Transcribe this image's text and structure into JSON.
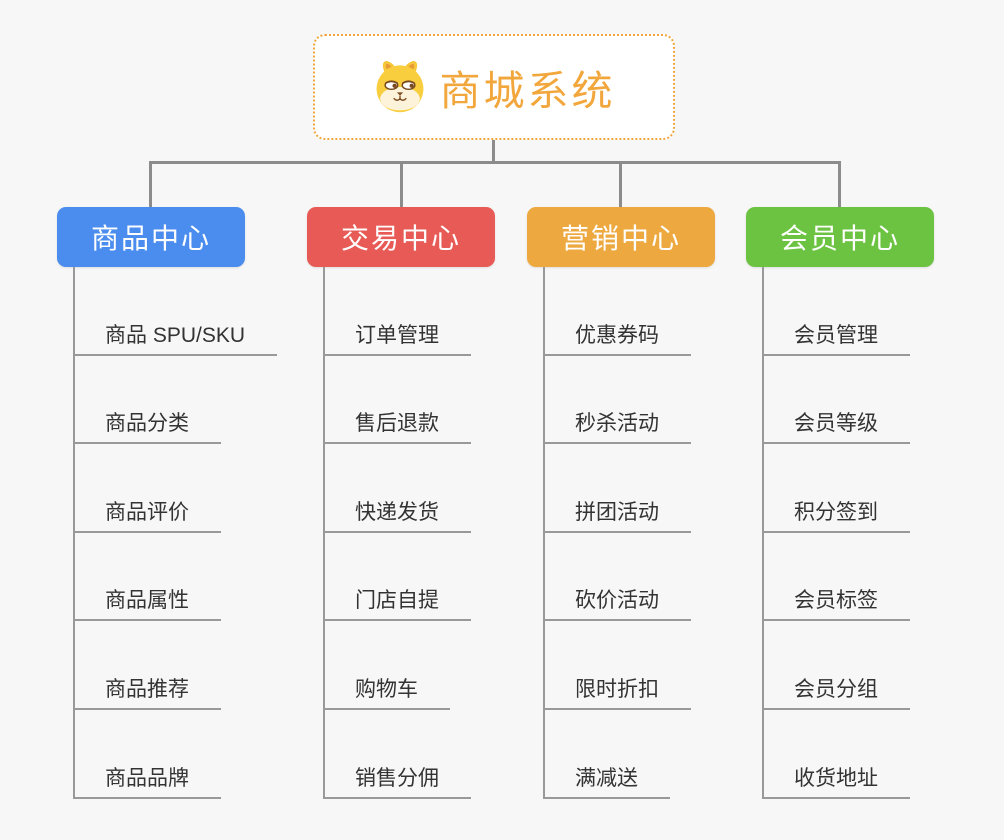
{
  "root": {
    "title": "商城系统",
    "icon": "dog-face-icon"
  },
  "colors": {
    "background": "#F7F7F7",
    "root_border": "#F0A63C",
    "root_title": "#F2A73D",
    "connector": "#8C8C8C",
    "leaf_line": "#999999",
    "leaf_text": "#333333",
    "branch_product": "#4A8DEE",
    "branch_trade": "#E85A55",
    "branch_marketing": "#EDA93F",
    "branch_member": "#6CC241"
  },
  "branches": [
    {
      "label": "商品中心",
      "color": "#4A8DEE",
      "children": [
        "商品 SPU/SKU",
        "商品分类",
        "商品评价",
        "商品属性",
        "商品推荐",
        "商品品牌"
      ]
    },
    {
      "label": "交易中心",
      "color": "#E85A55",
      "children": [
        "订单管理",
        "售后退款",
        "快递发货",
        "门店自提",
        "购物车",
        "销售分佣"
      ]
    },
    {
      "label": "营销中心",
      "color": "#EDA93F",
      "children": [
        "优惠券码",
        "秒杀活动",
        "拼团活动",
        "砍价活动",
        "限时折扣",
        "满减送"
      ]
    },
    {
      "label": "会员中心",
      "color": "#6CC241",
      "children": [
        "会员管理",
        "会员等级",
        "积分签到",
        "会员标签",
        "会员分组",
        "收货地址"
      ]
    }
  ]
}
